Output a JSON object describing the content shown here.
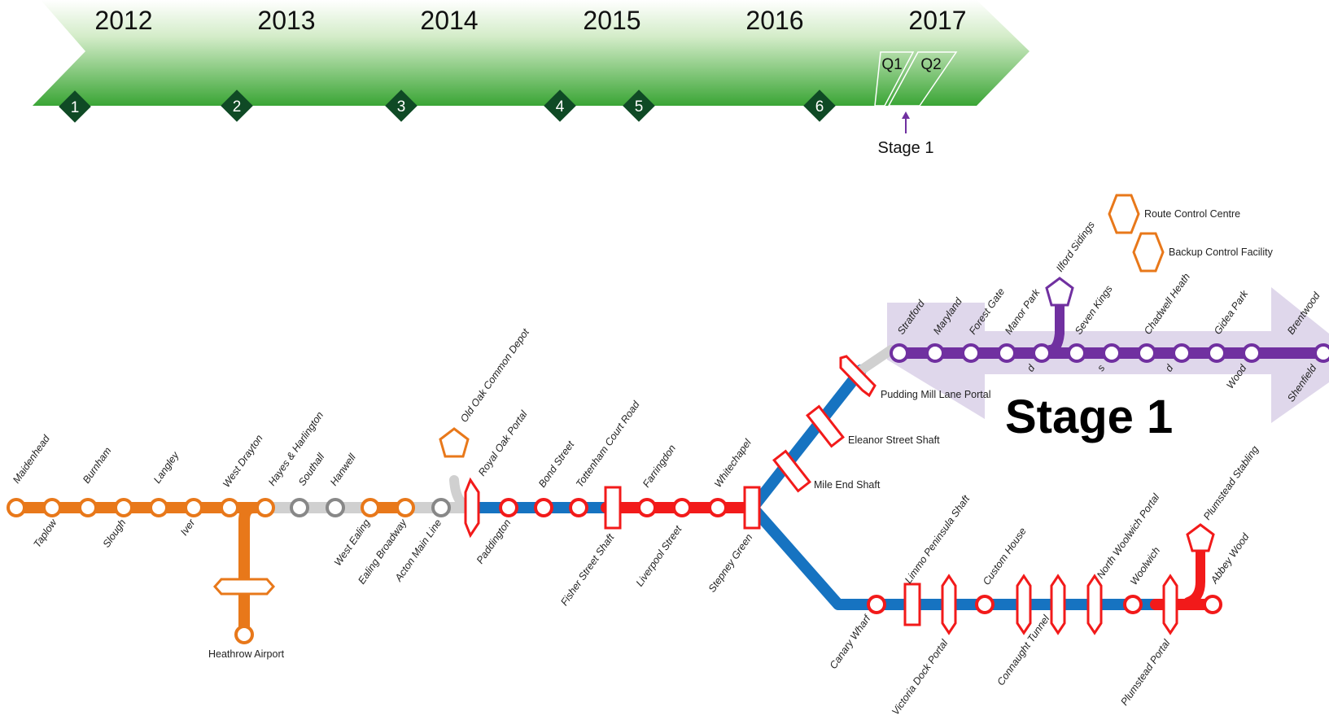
{
  "timeline": {
    "years": [
      "2012",
      "2013",
      "2014",
      "2015",
      "2016",
      "2017"
    ],
    "milestones": [
      "1",
      "2",
      "3",
      "4",
      "5",
      "6"
    ],
    "quarters": [
      "Q1",
      "Q2"
    ],
    "stage_marker": "Stage 1",
    "colors": {
      "arrow_top": "#ffffff",
      "arrow_bottom": "#3aa535",
      "milestone": "#0f4a25"
    }
  },
  "stage_label": "Stage 1",
  "legend": {
    "route_control_centre": "Route Control Centre",
    "backup_control_facility": "Backup Control Facility"
  },
  "colors": {
    "orange_line": "#e8781a",
    "grey_line": "#d0d0d0",
    "blue_line": "#1673c1",
    "red_line": "#f21a1a",
    "purple_line": "#7030a0",
    "stage_arrow": "#d9d0e8"
  },
  "stations": {
    "maidenhead": "Maidenhead",
    "taplow": "Taplow",
    "burnham": "Burnham",
    "slough": "Slough",
    "langley": "Langley",
    "iver": "Iver",
    "west_drayton": "West Drayton",
    "hayes_harlington": "Hayes & Harlington",
    "southall": "Southall",
    "hanwell": "Hanwell",
    "west_ealing": "West Ealing",
    "ealing_broadway": "Ealing Broadway",
    "acton_main_line": "Acton Main Line",
    "heathrow_airport": "Heathrow Airport",
    "old_oak_common_depot": "Old Oak Common Depot",
    "royal_oak_portal": "Royal Oak Portal",
    "paddington": "Paddington",
    "bond_street": "Bond Street",
    "tottenham_court_road": "Tottenham Court Road",
    "fisher_street_shaft": "Fisher Street Shaft",
    "farringdon": "Farringdon",
    "liverpool_street": "Liverpool Street",
    "whitechapel": "Whitechapel",
    "stepney_green": "Stepney Green",
    "mile_end_shaft": "Mile End Shaft",
    "eleanor_street_shaft": "Eleanor Street Shaft",
    "pudding_mill_lane_portal": "Pudding Mill Lane Portal",
    "stratford": "Stratford",
    "maryland": "Maryland",
    "forest_gate": "Forest Gate",
    "manor_park": "Manor Park",
    "ilford_sidings": "Ilford Sidings",
    "seven_kings": "Seven Kings",
    "chadwell_heath": "Chadwell Heath",
    "gidea_park": "Gidea Park",
    "brentwood": "Brentwood",
    "ilford_partial": "d",
    "goodmayes_partial": "s",
    "romford_partial": "d",
    "harold_wood_partial": "Wood",
    "shenfield": "Shenfield",
    "canary_wharf": "Canary Wharf",
    "limmo_peninsula_shaft": "Limmo Peninsula Shaft",
    "victoria_dock_portal": "Victoria Dock Portal",
    "custom_house": "Custom House",
    "connaught_tunnel": "Connaught Tunnel",
    "north_woolwich_portal": "North Woolwich Portal",
    "woolwich": "Woolwich",
    "plumstead_portal": "Plumstead Portal",
    "plumstead_stabling": "Plumstead Stabling",
    "abbey_wood": "Abbey Wood"
  }
}
